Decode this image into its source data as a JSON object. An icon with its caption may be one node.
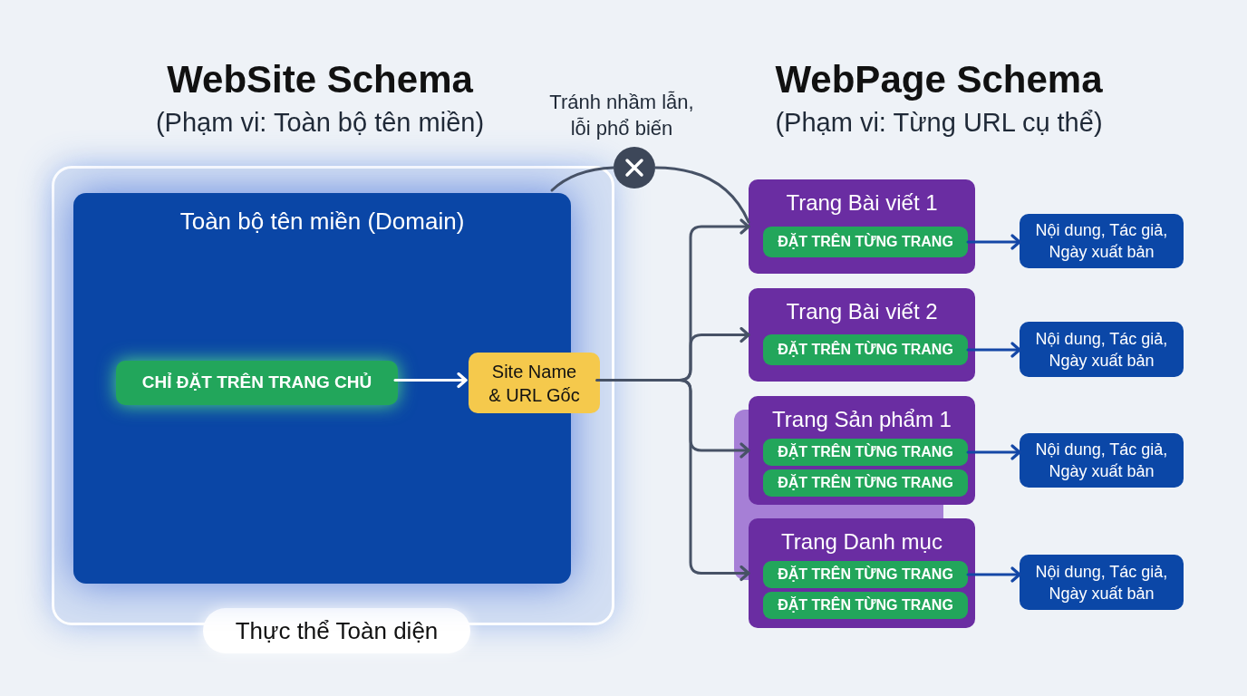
{
  "diagram": {
    "nodes": [
      {
        "text": [
          "Thực thể Toàn diện"
        ]
      },
      {
        "text": [
          "Toàn bộ tên miền (Domain)"
        ],
        "in": 0
      },
      {
        "text": [
          "CHỈ ĐẶT TRÊN TRANG CHỦ"
        ],
        "in": 1
      },
      {
        "text": [
          "Site Name & URL Gốc"
        ],
        "in": 0
      },
      {
        "text": [],
        "shape": "circle",
        "beside": [
          "Tránh nhầm lẫn, lỗi phổ biến"
        ]
      },
      {
        "text": [
          "Trang Bài viết 1"
        ]
      },
      {
        "text": [
          "ĐẶT TRÊN TỪNG TRANG"
        ],
        "in": 5
      },
      {
        "text": [
          "Trang Bài viết 2"
        ]
      },
      {
        "text": [
          "ĐẶT TRÊN TỪNG TRANG"
        ],
        "in": 7
      },
      {
        "text": [
          "Trang Sản phẩm 1"
        ]
      },
      {
        "text": [
          "ĐẶT TRÊN TỪNG TRANG"
        ],
        "in": 9
      },
      {
        "text": [
          "ĐẶT TRÊN TỪNG TRANG"
        ],
        "in": 9
      },
      {
        "text": [
          "Trang Danh mục"
        ]
      },
      {
        "text": [
          "ĐẶT TRÊN TỪNG TRANG"
        ],
        "in": 12
      },
      {
        "text": [
          "ĐẶT TRÊN TỪNG TRANG"
        ],
        "in": 12
      },
      {
        "text": [
          "Nội dung, Tác giả, Ngày xuất bản"
        ]
      },
      {
        "text": [
          "Nội dung, Tác giả, Ngày xuất bản"
        ]
      },
      {
        "text": [
          "Nội dung, Tác giả, Ngày xuất bản"
        ]
      },
      {
        "text": [
          "Nội dung, Tác giả, Ngày xuất bản"
        ]
      }
    ],
    "edges": [
      {
        "from": 2,
        "to": 3,
        "arrow": "to",
        "color": "#ffffff"
      },
      {
        "from": 3,
        "to": 5,
        "arrow": "to"
      },
      {
        "from": 3,
        "to": 7,
        "arrow": "to"
      },
      {
        "from": 3,
        "to": 9,
        "arrow": "to"
      },
      {
        "from": 3,
        "to": 12,
        "arrow": "to"
      },
      {
        "from": 1,
        "to": 4,
        "arrow": "none"
      },
      {
        "from": 4,
        "to": 5,
        "arrow": "none"
      },
      {
        "from": 6,
        "to": 15,
        "arrow": "to",
        "color": "#1447a6"
      },
      {
        "from": 8,
        "to": 16,
        "arrow": "to",
        "color": "#1447a6"
      },
      {
        "from": 10,
        "to": 17,
        "arrow": "to",
        "color": "#1447a6"
      },
      {
        "from": 13,
        "to": 18,
        "arrow": "to",
        "color": "#1447a6"
      }
    ],
    "labels": [
      "WebSite Schema",
      "(Phạm vi: Toàn bộ tên miền)",
      "WebPage Schema",
      "(Phạm vi: Từng URL cụ thể)"
    ]
  }
}
